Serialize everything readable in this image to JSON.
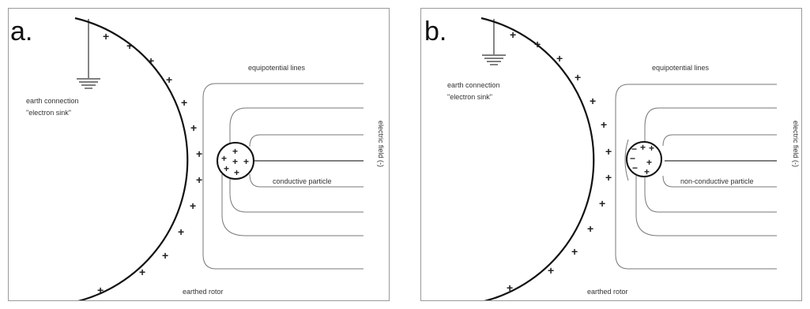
{
  "panels": [
    {
      "letter": "a.",
      "earth_connection": "earth connection",
      "electron_sink": "\"electron sink\"",
      "equipotential": "equipotential lines",
      "field": "electric field (-)",
      "particle": "conductive particle",
      "rotor": "earthed rotor",
      "particle_charges": [
        "+",
        "+",
        "+",
        "+",
        "+",
        "+"
      ]
    },
    {
      "letter": "b.",
      "earth_connection": "earth connection",
      "electron_sink": "\"electron sink\"",
      "equipotential": "equipotential lines",
      "field": "electric field (-)",
      "particle": "non-conductive particle",
      "rotor": "earthed rotor",
      "particle_charges": [
        "+",
        "+",
        "+",
        "+",
        "−",
        "−",
        "−"
      ]
    }
  ],
  "rotor_charge": "+"
}
